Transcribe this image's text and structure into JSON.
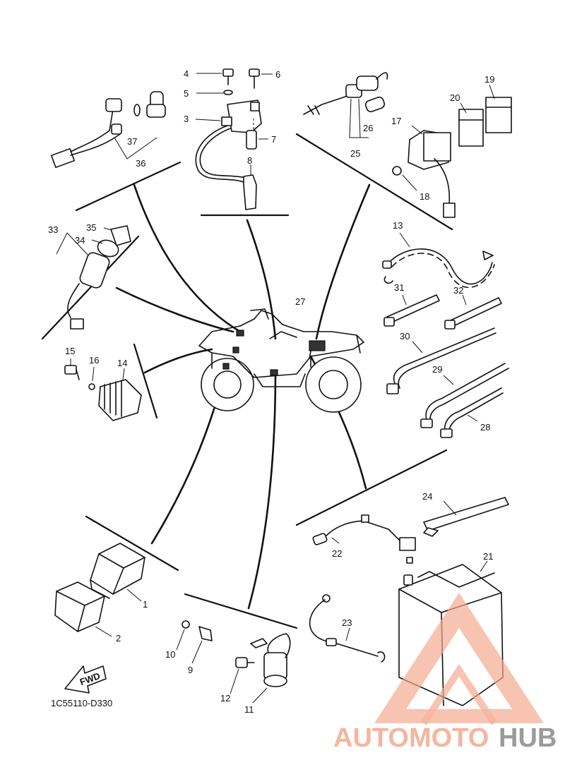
{
  "diagram": {
    "code": "1C55110-D330",
    "fwd_label": "FWD",
    "part_labels": [
      "1",
      "2",
      "3",
      "4",
      "5",
      "6",
      "7",
      "8",
      "9",
      "10",
      "11",
      "12",
      "13",
      "14",
      "15",
      "16",
      "17",
      "18",
      "19",
      "20",
      "21",
      "22",
      "23",
      "24",
      "25",
      "26",
      "27",
      "28",
      "29",
      "30",
      "31",
      "32",
      "33",
      "34",
      "35",
      "36",
      "37"
    ]
  },
  "watermark": {
    "part1": "AUTOMOTO",
    "part2": "HUB",
    "color_primary": "#f4a98f",
    "color_secondary": "#8a8a8a"
  }
}
